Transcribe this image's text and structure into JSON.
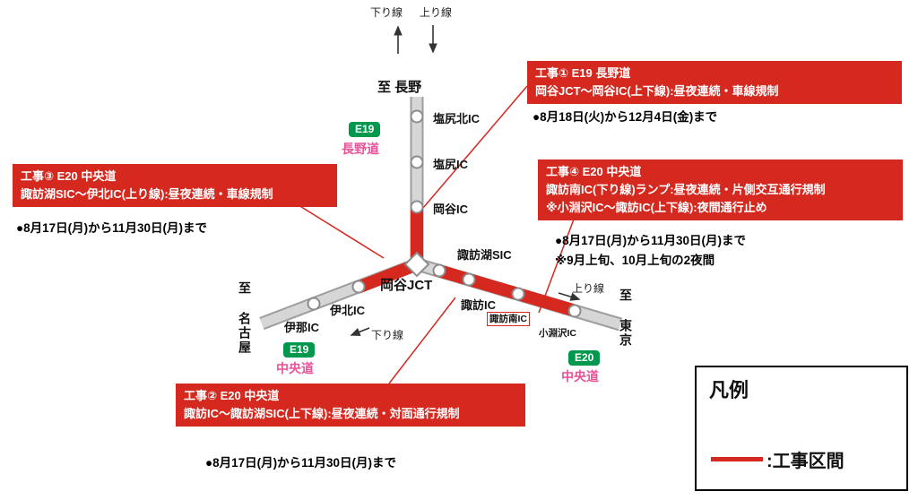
{
  "colors": {
    "construction_red": "#d5281e",
    "badge_green": "#00984c",
    "road_name_pink": "#e85298",
    "road_gray": "#d6d6d6"
  },
  "top_direction": {
    "down_label": "下り線",
    "up_label": "上り線"
  },
  "branch_direction": {
    "left_down_label": "下り線",
    "right_up_label": "上り線"
  },
  "destinations": {
    "nagano": "至 長野",
    "nagoya": "至 名古屋",
    "tokyo": "至 東京"
  },
  "routes": {
    "nagano_expwy": {
      "code": "E19",
      "name": "長野道"
    },
    "chuo_expwy_west": {
      "code": "E19",
      "name": "中央道"
    },
    "chuo_expwy_east": {
      "code": "E20",
      "name": "中央道"
    }
  },
  "stations": {
    "shiojiri_kita_ic": "塩尻北IC",
    "shiojiri_ic": "塩尻IC",
    "okaya_ic": "岡谷IC",
    "suwako_sic": "諏訪湖SIC",
    "okaya_jct": "岡谷JCT",
    "ihoku_ic": "伊北IC",
    "ina_ic": "伊那IC",
    "suwa_ic": "諏訪IC",
    "suwa_minami_ic": "諏訪南IC",
    "kobuchizawa_ic": "小淵沢IC"
  },
  "notices": [
    {
      "title": "工事① E19 長野道",
      "line1": "岡谷JCT〜岡谷IC(上下線):昼夜連続・車線規制",
      "dates": [
        "●8月18日(火)から12月4日(金)まで"
      ]
    },
    {
      "title": "工事② E20 中央道",
      "line1": "諏訪IC〜諏訪湖SIC(上下線):昼夜連続・対面通行規制",
      "dates": [
        "●8月17日(月)から11月30日(月)まで"
      ]
    },
    {
      "title": "工事③ E20 中央道",
      "line1": "諏訪湖SIC〜伊北IC(上り線):昼夜連続・車線規制",
      "dates": [
        "●8月17日(月)から11月30日(月)まで"
      ]
    },
    {
      "title": "工事④ E20 中央道",
      "line1": "諏訪南IC(下り線)ランプ:昼夜連続・片側交互通行規制",
      "line2": "※小淵沢IC〜諏訪IC(上下線):夜間通行止め",
      "dates": [
        "●8月17日(月)から11月30日(月)まで",
        "※9月上旬、10月上旬の2夜間"
      ]
    }
  ],
  "legend": {
    "title": "凡例",
    "construction_label": ":工事区間"
  }
}
